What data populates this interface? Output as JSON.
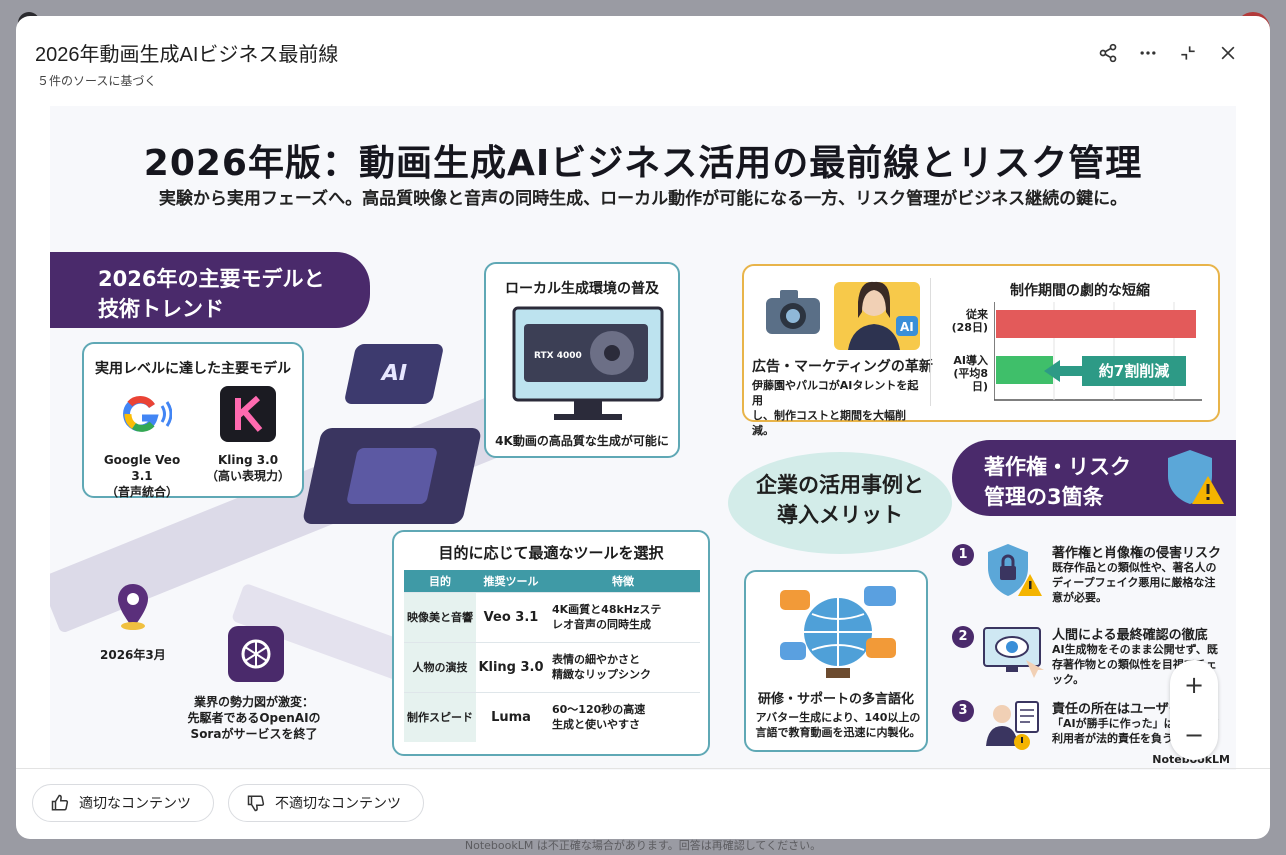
{
  "dialog": {
    "title": "2026年動画生成AIビジネス最前線",
    "subtitle": "５件のソースに基づく",
    "actions": [
      "share-icon",
      "more-icon",
      "collapse-icon",
      "close-icon"
    ]
  },
  "infographic": {
    "title": "2026年版：動画生成AIビジネス活用の最前線とリスク管理",
    "subtitle": "実験から実用フェーズへ。高品質映像と音声の同時生成、ローカル動作が可能になる一方、リスク管理がビジネス継続の鍵に。",
    "left_banner": [
      "2026年の主要モデルと",
      "技術トレンド"
    ],
    "models": {
      "heading": "実用レベルに達した主要モデル",
      "items": [
        {
          "name": "Google Veo 3.1",
          "note": "（音声統合）"
        },
        {
          "name": "Kling 3.0",
          "note": "（高い表現力）"
        }
      ]
    },
    "chip_label": "AI",
    "gpu": {
      "heading": "ローカル生成環境の普及",
      "card_label": "RTX 4000",
      "caption": "4K動画の高品質な生成が可能に"
    },
    "timeline": {
      "date": "2026年3月",
      "note": [
        "業界の勢力図が激変：",
        "先駆者であるOpenAIの",
        "Soraがサービスを終了"
      ]
    },
    "tools": {
      "heading": "目的に応じて最適なツールを選択",
      "headers": [
        "目的",
        "推奨ツール",
        "特徴"
      ],
      "rows": [
        {
          "purpose": "映像美と音響",
          "tool": "Veo 3.1",
          "feature": [
            "4K画質と48kHzステ",
            "レオ音声の同時生成"
          ]
        },
        {
          "purpose": "人物の演技",
          "tool": "Kling 3.0",
          "feature": [
            "表情の細やかさと",
            "精緻なリップシンク"
          ]
        },
        {
          "purpose": "制作スピード",
          "tool": "Luma",
          "feature": [
            "60〜120秒の高速",
            "生成と使いやすさ"
          ]
        }
      ]
    },
    "marketing": {
      "title": "広告・マーケティングの革新",
      "desc": [
        "伊藤園やパルコがAIタレントを起用",
        "し、制作コストと期間を大幅削減。"
      ],
      "badge": "AI"
    },
    "chart_data": {
      "type": "bar",
      "orientation": "horizontal",
      "title": "制作期間の劇的な短縮",
      "categories": [
        "従来\n(28日)",
        "AI導入\n(平均8日)"
      ],
      "labels": [
        [
          "従来",
          "(28日)"
        ],
        [
          "AI導入",
          "(平均8日)"
        ]
      ],
      "values": [
        28,
        8
      ],
      "colors": [
        "#e35a5a",
        "#3fbf6a"
      ],
      "annotation": "約7割削減",
      "xlim": [
        0,
        28
      ]
    },
    "use_case": [
      "企業の活用事例と",
      "導入メリット"
    ],
    "multilingual": {
      "title": "研修・サポートの多言語化",
      "desc": [
        "アバター生成により、140以上の",
        "言語で教育動画を迅速に内製化。"
      ]
    },
    "right_banner": [
      "著作権・リスク",
      "管理の3箇条"
    ],
    "risks": [
      {
        "num": "1",
        "title": "著作権と肖像権の侵害リスク",
        "desc": [
          "既存作品との類似性や、著名人の",
          "ディープフェイク悪用に厳格な注",
          "意が必要。"
        ]
      },
      {
        "num": "2",
        "title": "人間による最終確認の徹底",
        "desc": [
          "AI生成物をそのまま公開せず、既",
          "存著作物との類似性を目視でチェ",
          "ック。"
        ]
      },
      {
        "num": "3",
        "title": "責任の所在はユーザーにあ",
        "desc": [
          "「AIが勝手に作った」は通用せず",
          "利用者が法的責任を負う。"
        ]
      }
    ],
    "brand": "NotebookLM"
  },
  "zoom": {
    "in": "+",
    "out": "−"
  },
  "feedback": {
    "good": "適切なコンテンツ",
    "bad": "不適切なコンテンツ"
  },
  "disclaimer": "NotebookLM は不正確な場合があります。回答は再確認してください。",
  "colors": {
    "purple": "#4a2a6b",
    "teal": "#5fa8b5",
    "red": "#e35a5a",
    "green": "#3fbf6a"
  }
}
